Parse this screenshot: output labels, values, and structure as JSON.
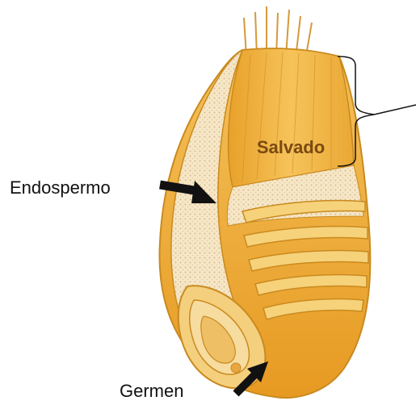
{
  "labels": {
    "salvado": "Salvado",
    "endospermo": "Endospermo",
    "germen": "Germen"
  },
  "colors": {
    "background": "#ffffff",
    "bran_fill": "#f2b33d",
    "bran_edge": "#c98a1f",
    "endosperm_fill": "#f6e7c7",
    "endosperm_dots": "#d9b98a",
    "germ_fill": "#f0c36e",
    "arrow": "#111111",
    "text": "#111111",
    "salvado_text": "#7a4a12"
  },
  "icons": {
    "arrow_endospermo": "arrow-right-icon",
    "arrow_germen": "arrow-up-right-icon",
    "bracket_salvado": "curly-brace-right-icon"
  }
}
